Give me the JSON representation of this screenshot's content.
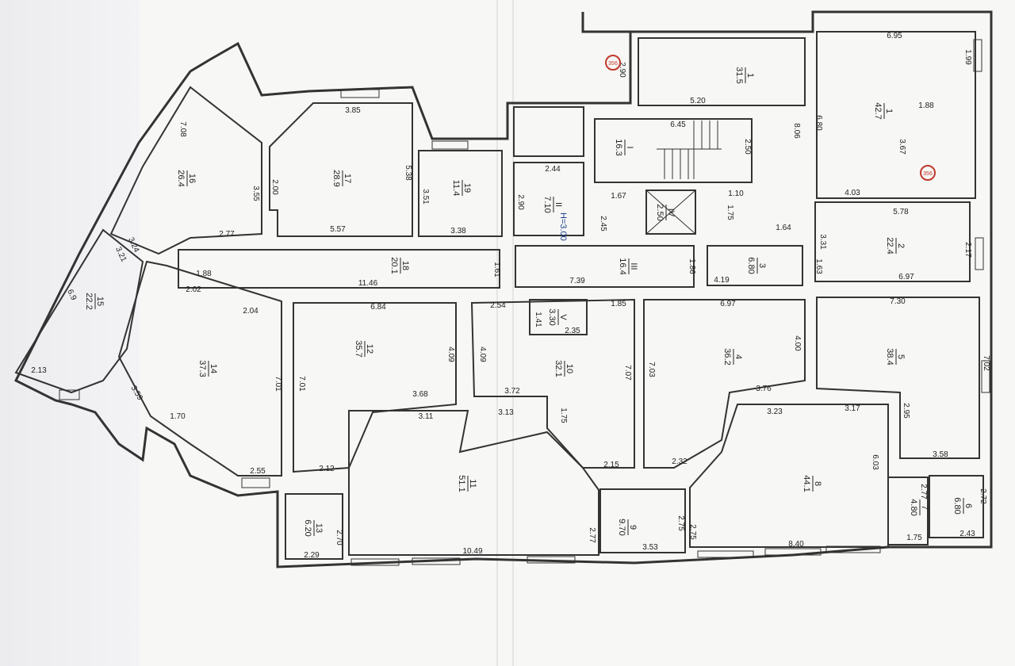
{
  "image": {
    "subject": "scanned floor plan",
    "wall_color": "#333333",
    "paper_color": "#f7f7f5",
    "stamp_color": "#c0392b"
  },
  "stamps": [
    "356",
    "356"
  ],
  "annotation": "H=3.00",
  "rooms": [
    {
      "id": "1",
      "area": "31.5"
    },
    {
      "id": "1",
      "area": "42.7"
    },
    {
      "id": "2",
      "area": "22.4"
    },
    {
      "id": "3",
      "area": "6.80"
    },
    {
      "id": "4",
      "area": "36.2"
    },
    {
      "id": "5",
      "area": "38.4"
    },
    {
      "id": "6",
      "area": "6.80"
    },
    {
      "id": "7",
      "area": "4.80"
    },
    {
      "id": "8",
      "area": "44.1"
    },
    {
      "id": "9",
      "area": "9.70"
    },
    {
      "id": "10",
      "area": "32.1"
    },
    {
      "id": "11",
      "area": "51.1"
    },
    {
      "id": "12",
      "area": "35.7"
    },
    {
      "id": "13",
      "area": "6.20"
    },
    {
      "id": "14",
      "area": "37.3"
    },
    {
      "id": "15",
      "area": "22.2"
    },
    {
      "id": "16",
      "area": "26.4"
    },
    {
      "id": "17",
      "area": "28.9"
    },
    {
      "id": "18",
      "area": "20.1"
    },
    {
      "id": "19",
      "area": "11.4"
    },
    {
      "id": "I",
      "area": "16.3"
    },
    {
      "id": "II",
      "area": "7.10"
    },
    {
      "id": "III",
      "area": "16.4"
    },
    {
      "id": "IV",
      "area": "2.50"
    },
    {
      "id": "V",
      "area": "3.30"
    }
  ],
  "dimensions": [
    "6.95",
    "1.99",
    "2.90",
    "5.20",
    "8.06",
    "6.80",
    "1.88",
    "3.67",
    "4.03",
    "6.45",
    "2.50",
    "1.10",
    "1.75",
    "1.64",
    "2.44",
    "2.90",
    "1.67",
    "2.45",
    "5.78",
    "3.31",
    "2.17",
    "6.97",
    "1.63",
    "4.19",
    "1.61",
    "1.86",
    "7.39",
    "3.85",
    "5.38",
    "3.51",
    "3.38",
    "2.00",
    "5.57",
    "3.55",
    "2.77",
    "7.08",
    "3.24",
    "3.21",
    "11.46",
    "1.88",
    "2.02",
    "2.04",
    "6.84",
    "2.54",
    "1.85",
    "1.41",
    "2.35",
    "7.30",
    "6.97",
    "4.00",
    "7.02",
    "4.09",
    "4.09",
    "7.01",
    "7.01",
    "7.03",
    "7.07",
    "3.68",
    "3.72",
    "3.76",
    "2.95",
    "3.11",
    "3.13",
    "1.75",
    "3.23",
    "3.17",
    "6.03",
    "3.58",
    "2.15",
    "2.32",
    "2.55",
    "2.12",
    "1.70",
    "3.59",
    "2.13",
    "2.77",
    "2.72",
    "2.70",
    "2.29",
    "10.49",
    "2.77",
    "2.75",
    "2.75",
    "3.53",
    "8.40",
    "1.75",
    "2.43",
    "6.9"
  ]
}
